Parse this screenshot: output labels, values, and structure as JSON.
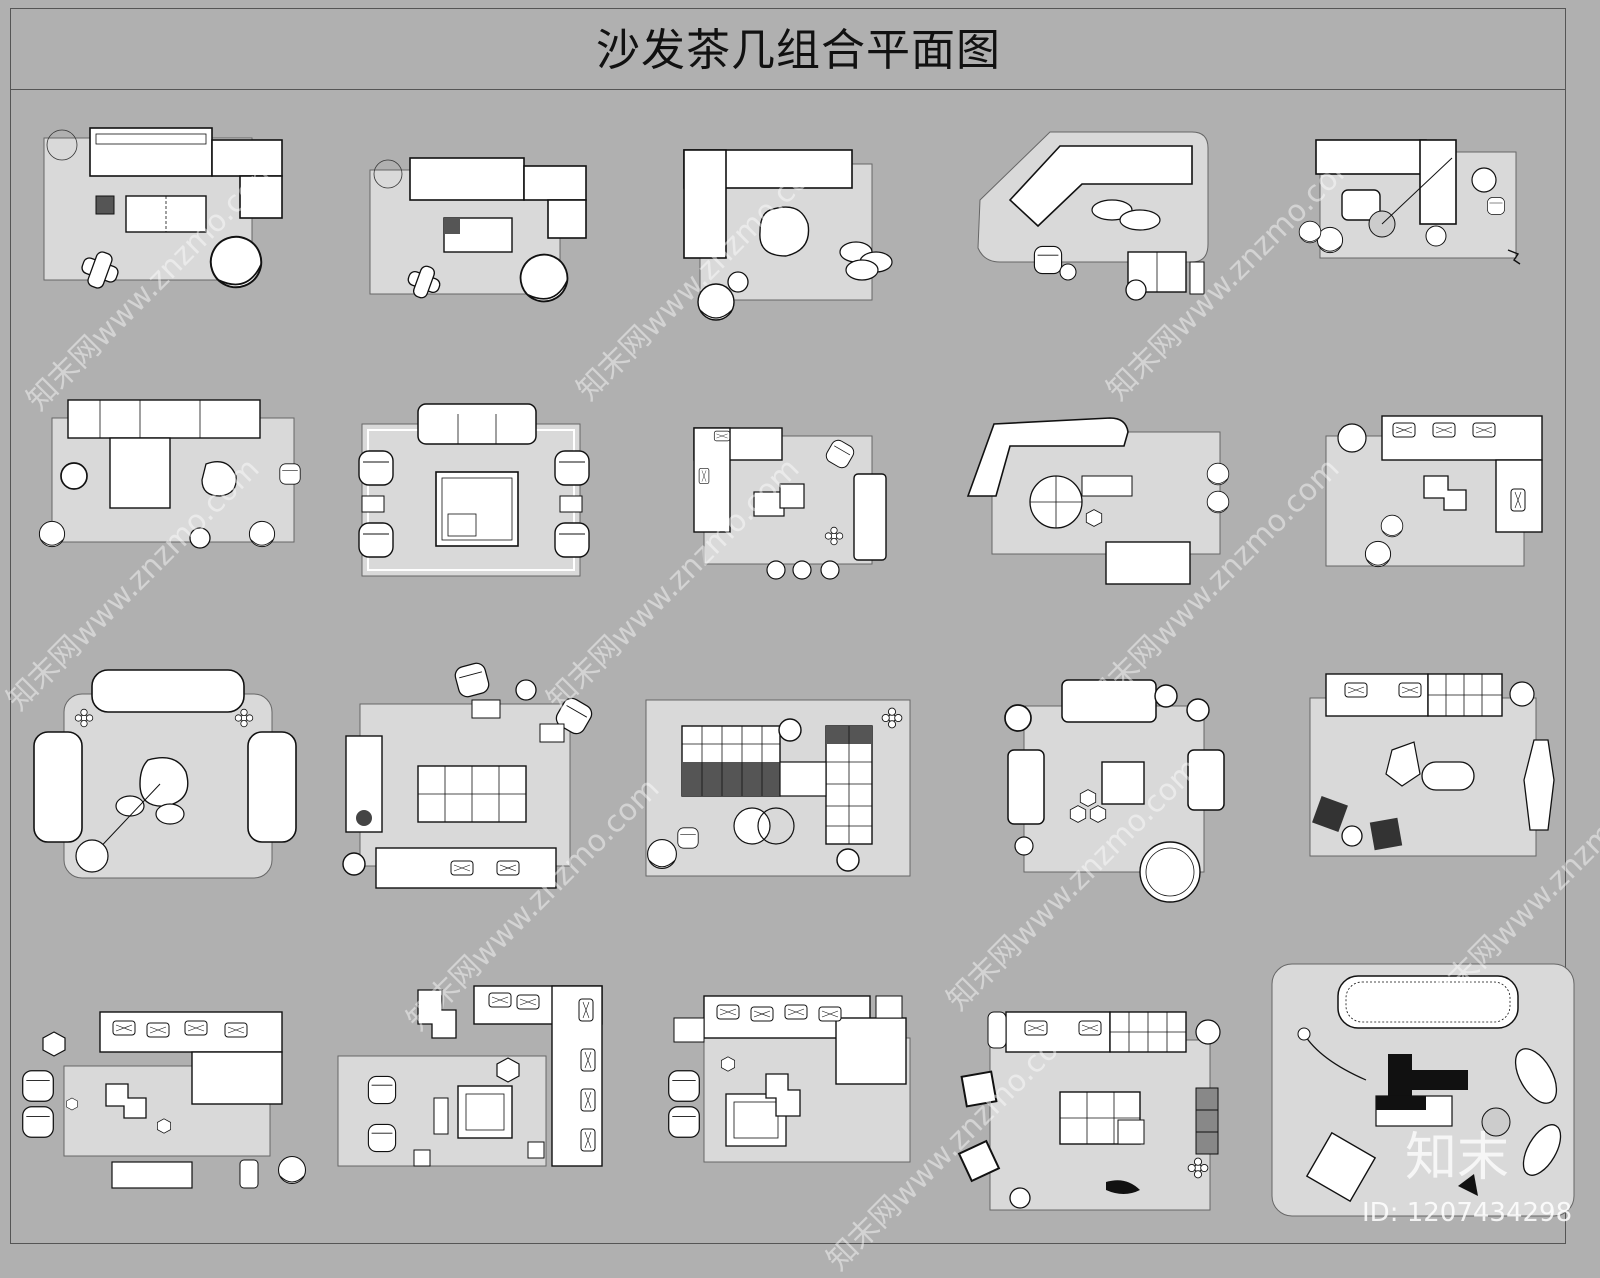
{
  "title": "沙发茶几组合平面图",
  "watermark_text": "知末网www.znzmo.com",
  "brand_logo": "知末",
  "image_id": "ID: 1207434298",
  "colors": {
    "background": "#b0b0b0",
    "rug": "#d9d9d9",
    "furniture_fill": "#ffffff",
    "line": "#111111"
  }
}
